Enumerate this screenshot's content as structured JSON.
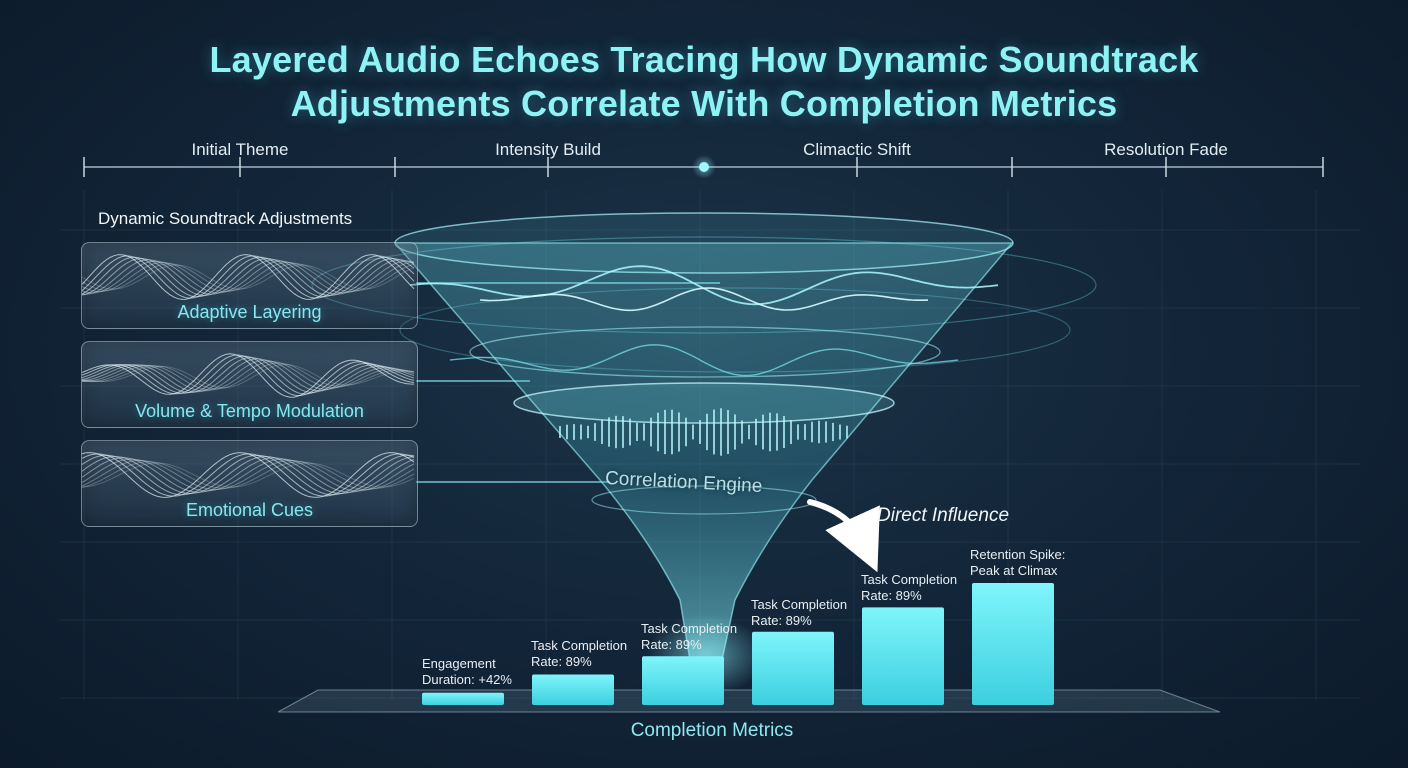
{
  "title": {
    "line1": "Layered Audio Echoes Tracing How Dynamic Soundtrack",
    "line2": "Adjustments Correlate With Completion Metrics"
  },
  "phases": [
    "Initial Theme",
    "Intensity Build",
    "Climactic Shift",
    "Resolution Fade"
  ],
  "adjustments": {
    "heading": "Dynamic Soundtrack Adjustments",
    "items": [
      {
        "label": "Adaptive Layering",
        "icon": "waveform-icon"
      },
      {
        "label": "Volume & Tempo Modulation",
        "icon": "waveform-icon"
      },
      {
        "label": "Emotional Cues",
        "icon": "waveform-icon"
      }
    ]
  },
  "engine": {
    "label": "Correlation Engine",
    "icon": "funnel-icon"
  },
  "influence": {
    "label": "Direct Influence",
    "icon": "curved-arrow-icon"
  },
  "metrics": {
    "caption": "Completion Metrics",
    "bars": [
      {
        "line1": "Engagement",
        "line2": "Duration: +42%",
        "level": 0.1
      },
      {
        "line1": "Task Completion",
        "line2": "Rate: 89%",
        "level": 0.25
      },
      {
        "line1": "Task Completion",
        "line2": "Rate: 89%",
        "level": 0.4
      },
      {
        "line1": "Task Completion",
        "line2": "Rate: 89%",
        "level": 0.6
      },
      {
        "line1": "Task Completion",
        "line2": "Rate: 89%",
        "level": 0.8
      },
      {
        "line1": "Retention Spike:",
        "line2": "Peak at Climax",
        "level": 1.0
      }
    ]
  },
  "colors": {
    "accent": "#5fe8f2",
    "title": "#8ff2f4",
    "background": "#13263a"
  }
}
